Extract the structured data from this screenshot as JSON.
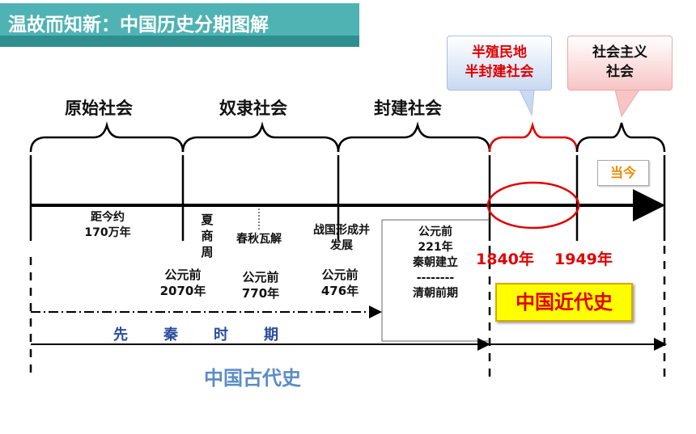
{
  "title": "温故而知新：中国历史分期图解",
  "eras": {
    "primitive": "原始社会",
    "slave": "奴隶社会",
    "feudal": "封建社会"
  },
  "bubbles": {
    "semi": [
      "半殖民地",
      "半封建社会"
    ],
    "socialist": [
      "社会主义",
      "社会"
    ]
  },
  "today": "当今",
  "labels": {
    "ago_line1": "距今约",
    "ago_line2": "170万年",
    "xia_shang_zhou": [
      "夏",
      "商",
      "周"
    ],
    "chunqiu": "春秋瓦解",
    "zhanguo_line1": "战国形成并",
    "zhanguo_line2": "发展",
    "bce2070_line1": "公元前",
    "bce2070_line2": "2070年",
    "bce770_line1": "公元前",
    "bce770_line2": "770年",
    "bce476_line1": "公元前",
    "bce476_line2": "476年",
    "qin_line1": "公元前",
    "qin_line2": "221年",
    "qin_line3": "秦朝建立",
    "qin_dashes": "--------",
    "qin_line4": "清朝前期"
  },
  "years": {
    "y1840": "1840年",
    "y1949": "1949年"
  },
  "modern_history": "中国近代史",
  "pre_qin": [
    "先",
    "秦",
    "时",
    "期"
  ],
  "ancient_history": "中国古代史",
  "colors": {
    "banner": "#4fb3b3",
    "accent_red": "#e00000",
    "today_orange": "#f08a00",
    "pre_qin_blue": "#2a4d9c",
    "ancient_blue": "#5b8cc6",
    "modern_yellow": "#ffff00"
  }
}
